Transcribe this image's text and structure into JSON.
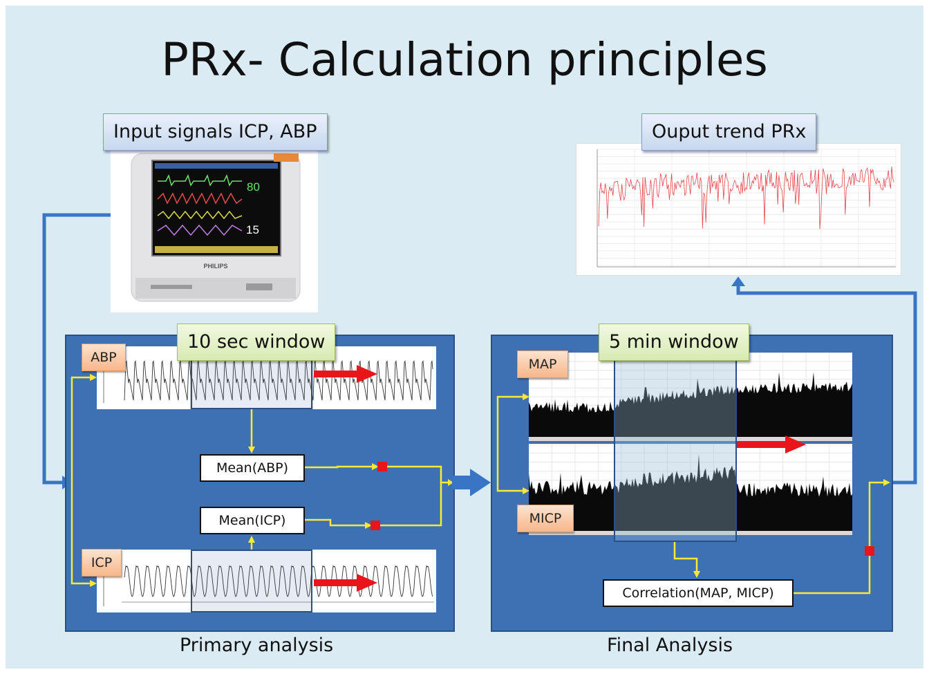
{
  "slide": {
    "title": "PRx- Calculation principles",
    "input_label": "Input signals ICP, ABP",
    "output_label": "Ouput trend PRx",
    "monitor_brand": "PHILIPS",
    "monitor_values": [
      "80",
      "15"
    ],
    "primary": {
      "window_label": "10 sec window",
      "abp_label": "ABP",
      "icp_label": "ICP",
      "mean_abp": "Mean(ABP)",
      "mean_icp": "Mean(ICP)",
      "caption": "Primary analysis"
    },
    "final": {
      "window_label": "5 min window",
      "map_label": "MAP",
      "micp_label": "MICP",
      "correlation": "Correlation(MAP, MICP)",
      "caption": "Final Analysis"
    },
    "colors": {
      "background": "#dbebf3",
      "panel": "#3e71b4",
      "flow_arrow": "#3a74c4",
      "connector": "#ffe933",
      "marker": "#e8151b",
      "trend_line": "#e8434a"
    }
  }
}
